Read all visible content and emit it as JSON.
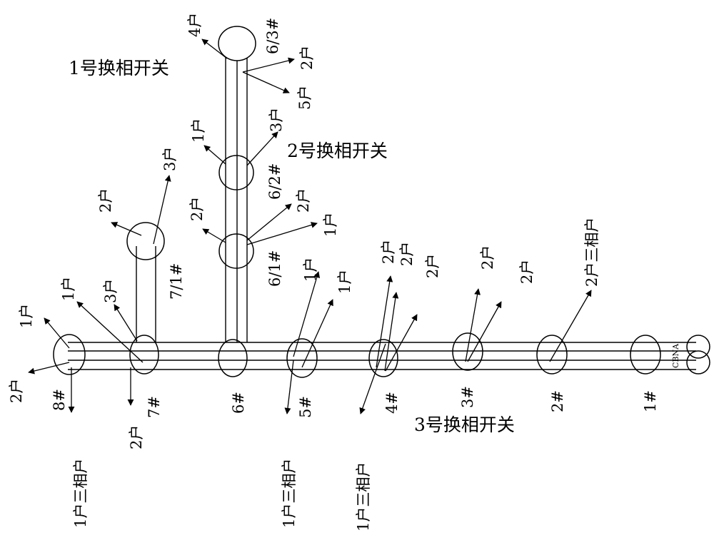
{
  "colors": {
    "line": "#000000",
    "background": "#ffffff"
  },
  "switches": {
    "s1": "1号换相开关",
    "s2": "2号换相开关",
    "s3": "3号换相开关"
  },
  "transformer": {
    "phases": "CBNA"
  },
  "poles": {
    "p1": "1#",
    "p2": "2#",
    "p3": "3#",
    "p4": "4#",
    "p5": "5#",
    "p6": "6#",
    "p7": "7#",
    "p8": "8#",
    "p6_1": "6/1#",
    "p6_2": "6/2#",
    "p6_3": "6/3#",
    "p7_1": "7/1#"
  },
  "loads": {
    "l2_up": "2户三相户",
    "l3_a": "2户",
    "l3_b": "2户",
    "l4_a": "2户",
    "l4_b": "2户",
    "l4_c": "2户",
    "l4_down": "1户三相户",
    "l5_a": "1户",
    "l5_b": "1户",
    "l5_down": "1户三相户",
    "l7_a": "1户",
    "l7_b": "3户",
    "l7_down": "2户",
    "l8_a": "1户",
    "l8_b": "2户",
    "l8_down": "1户三相户",
    "l71_a": "2户",
    "l71_b": "3户",
    "l61_a": "2户",
    "l61_b": "2户",
    "l61_c": "1户",
    "l62_a": "1户",
    "l62_b": "3户",
    "l63_a": "4户",
    "l63_b": "2户",
    "l63_c": "5户"
  }
}
